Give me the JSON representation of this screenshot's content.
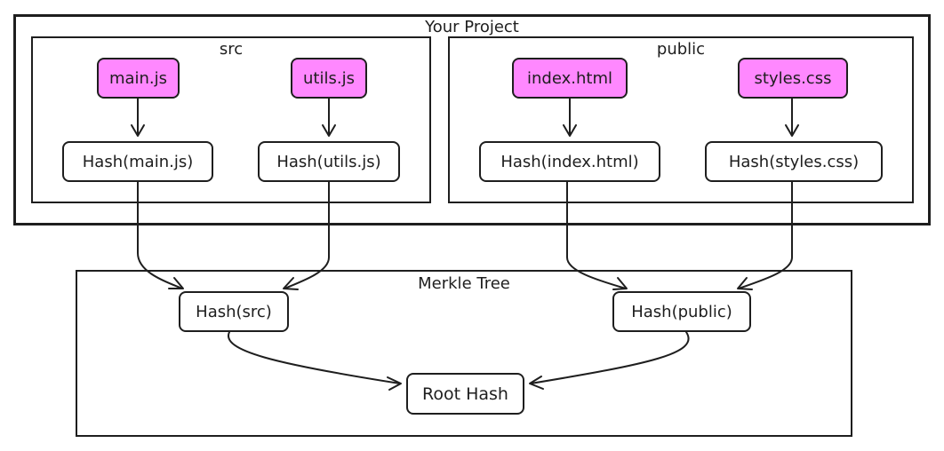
{
  "groups": {
    "project": "Your Project",
    "src": "src",
    "public": "public",
    "merkle": "Merkle Tree"
  },
  "files": {
    "main": "main.js",
    "utils": "utils.js",
    "index": "index.html",
    "styles": "styles.css"
  },
  "hashes": {
    "main": "Hash(main.js)",
    "utils": "Hash(utils.js)",
    "index": "Hash(index.html)",
    "styles": "Hash(styles.css)",
    "src": "Hash(src)",
    "public": "Hash(public)",
    "root": "Root Hash"
  },
  "colors": {
    "file_fill": "#ff88ff",
    "stroke": "#1e1e1e"
  }
}
